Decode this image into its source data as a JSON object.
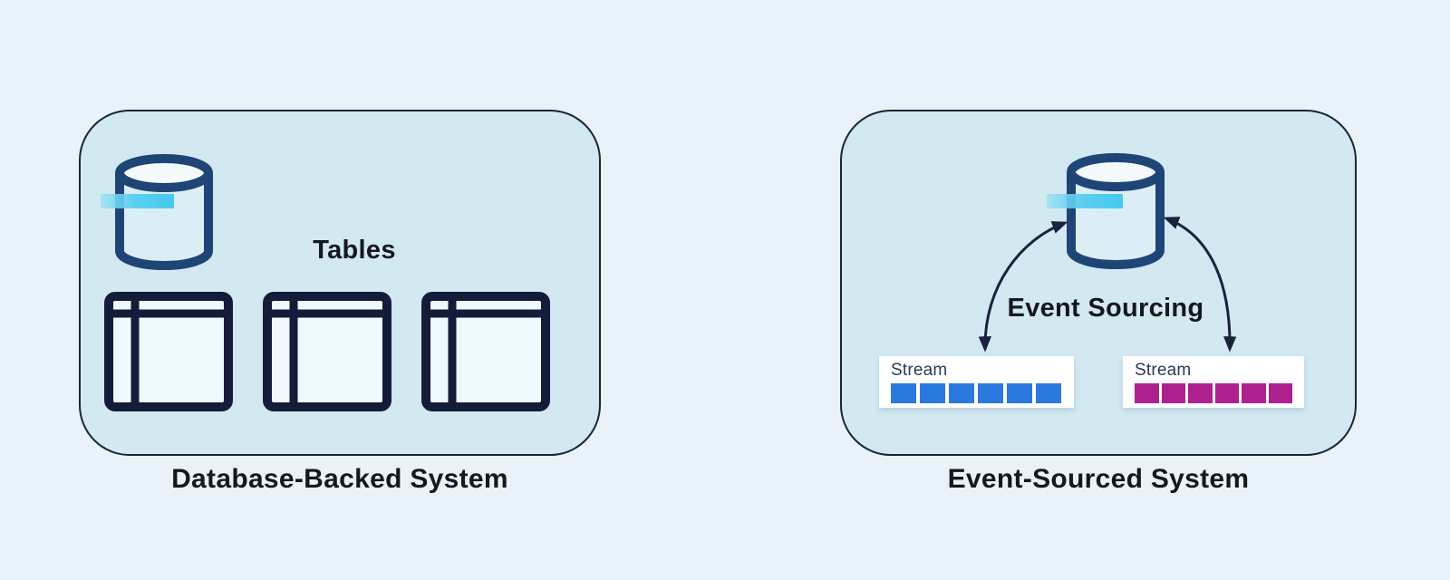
{
  "diagram": {
    "left": {
      "caption": "Database-Backed System",
      "tables_label": "Tables",
      "tables_count": 3
    },
    "right": {
      "caption": "Event-Sourced System",
      "center_label": "Event Sourcing",
      "streams": [
        {
          "label": "Stream",
          "segments": 6,
          "color": "#2b79de"
        },
        {
          "label": "Stream",
          "segments": 6,
          "color": "#ad2090"
        }
      ]
    },
    "colors": {
      "page_bg": "#e9f2f8",
      "panel_bg": "#d3e9f2",
      "panel_border": "#1b2438",
      "icon_stroke_dark": "#141c3a",
      "cylinder_stroke": "#1f4577",
      "cylinder_fill": "#dceef5",
      "cylinder_top_fill": "#f4fafc",
      "table_fill": "#eff8fc",
      "stripe_cyan": "#3ec6ee",
      "arrow": "#1a2240",
      "text_dark": "#15181e",
      "stream_label_color": "#2b3a55",
      "stream_box_bg": "#ffffff"
    }
  }
}
